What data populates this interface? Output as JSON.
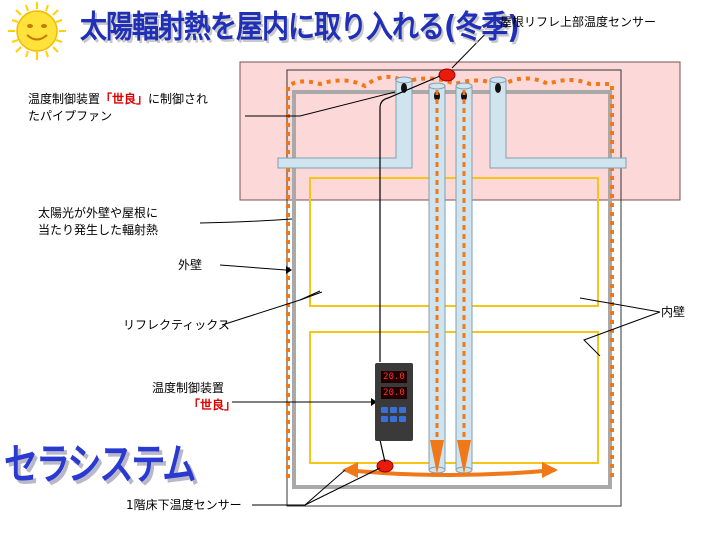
{
  "title": "太陽輻射熱を屋内に取り入れる(冬季)",
  "brand": "セラシステム",
  "labels": {
    "roof_sensor": "屋根リフレ上部温度センサー",
    "fan_line1_pre": "温度制御装置",
    "fan_line1_red": "「世良」",
    "fan_line1_post": "に制御され",
    "fan_line2": "たパイプファン",
    "solar_line1": "太陽光が外壁や屋根に",
    "solar_line2": "当たり発生した輻射熱",
    "outer_wall": "外壁",
    "reflectix": "リフレクティックス",
    "inner_wall": "内壁",
    "controller_line1": "温度制御装置",
    "controller_line2": "「世良」",
    "floor_sensor": "1階床下温度センサー"
  },
  "device": {
    "display_top": "20.0",
    "display_bottom": "20.0"
  },
  "colors": {
    "roof_fill": "#fdd8d8",
    "roof_stroke": "#7a5050",
    "pipe_fill": "#cfe4ee",
    "pipe_stroke": "#7e9fb0",
    "wall_gray": "#a9a9a9",
    "inner_yellow": "#f5c518",
    "heat_orange": "#f07818",
    "sensor_red": "#e81b0c",
    "title_blue": "#1f2fb8"
  }
}
